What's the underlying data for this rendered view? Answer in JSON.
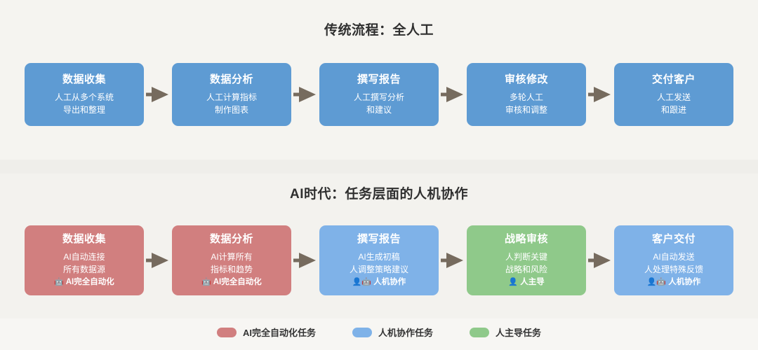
{
  "sections": [
    {
      "id": "traditional",
      "title": "传统流程：全人工",
      "nodes": [
        {
          "title": "数据收集",
          "desc": [
            "人工从多个系统",
            "导出和整理"
          ],
          "tag": "",
          "emoji": "",
          "color": "blue"
        },
        {
          "title": "数据分析",
          "desc": [
            "人工计算指标",
            "制作图表"
          ],
          "tag": "",
          "emoji": "",
          "color": "blue"
        },
        {
          "title": "撰写报告",
          "desc": [
            "人工撰写分析",
            "和建议"
          ],
          "tag": "",
          "emoji": "",
          "color": "blue"
        },
        {
          "title": "审核修改",
          "desc": [
            "多轮人工",
            "审核和调整"
          ],
          "tag": "",
          "emoji": "",
          "color": "blue"
        },
        {
          "title": "交付客户",
          "desc": [
            "人工发送",
            "和跟进"
          ],
          "tag": "",
          "emoji": "",
          "color": "blue"
        }
      ]
    },
    {
      "id": "ai",
      "title": "AI时代：任务层面的人机协作",
      "nodes": [
        {
          "title": "数据收集",
          "desc": [
            "AI自动连接",
            "所有数据源"
          ],
          "tag": "AI完全自动化",
          "emoji": "🤖",
          "color": "red"
        },
        {
          "title": "数据分析",
          "desc": [
            "AI计算所有",
            "指标和趋势"
          ],
          "tag": "AI完全自动化",
          "emoji": "🤖",
          "color": "red"
        },
        {
          "title": "撰写报告",
          "desc": [
            "AI生成初稿",
            "人调整策略建议"
          ],
          "tag": "人机协作",
          "emoji": "👤🤖",
          "color": "blue2"
        },
        {
          "title": "战略审核",
          "desc": [
            "人判断关键",
            "战略和风险"
          ],
          "tag": "人主导",
          "emoji": "👤",
          "color": "green"
        },
        {
          "title": "客户交付",
          "desc": [
            "AI自动发送",
            "人处理特殊反馈"
          ],
          "tag": "人机协作",
          "emoji": "👤🤖",
          "color": "blue2"
        }
      ]
    }
  ],
  "legend": [
    {
      "label": "AI完全自动化任务",
      "color": "#d17f7f"
    },
    {
      "label": "人机协作任务",
      "color": "#7fb2e8"
    },
    {
      "label": "人主导任务",
      "color": "#8fc98a"
    }
  ],
  "colors": {
    "background": "#efeeea",
    "panel": "#f5f4f0",
    "arrow": "#766b5e",
    "blue": "#5e9bd3",
    "blue_light": "#7fb2e8",
    "red": "#d17f7f",
    "green": "#8fc98a",
    "title_text": "#2f2f2f"
  },
  "icons": {
    "arrow": "arrow-right-icon"
  }
}
